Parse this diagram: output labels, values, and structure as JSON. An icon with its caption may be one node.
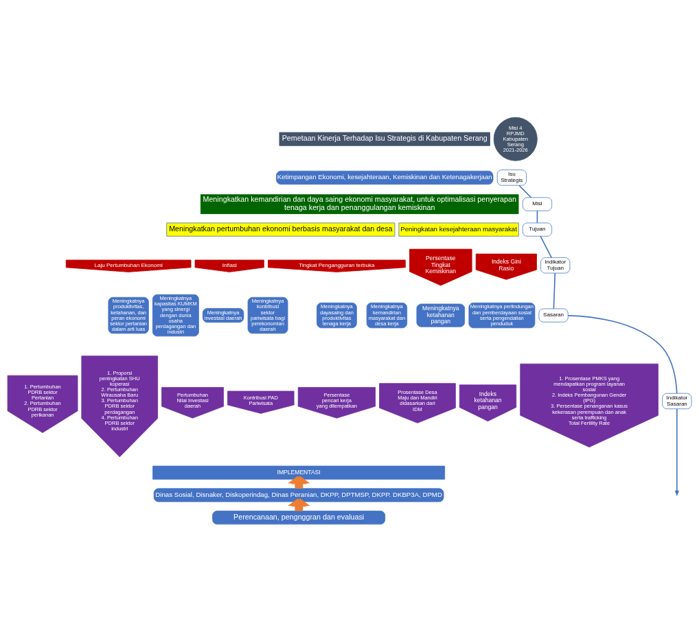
{
  "diagram": {
    "nodes": [
      {
        "text": [
          "Pemetaan Kinerja Terhadap Isu Strategis di Kabupaten Serang"
        ]
      },
      {
        "text": [
          "Misi 4 RPJMD Kabupaten Serang 2021-2026"
        ]
      },
      {
        "text": [
          "Ketimpangan Ekonomi, kesejahteraan, Kemiskinan dan Ketenagakerjaan"
        ]
      },
      {
        "text": [
          "Meningkatkan kemandirian dan daya saing ekonomi masyarakat, untuk optimalisasi penyerapan tenaga kerja dan penanggulangan kemiskinan"
        ]
      },
      {
        "text": [
          "Meningkatkan pertumbuhan ekonomi berbasis masyarakat dan desa"
        ]
      },
      {
        "text": [
          "Peningkatan kesejahteraan masyarakat"
        ]
      },
      {
        "text": [
          "Laju Pertumbuhan Ekonomi"
        ]
      },
      {
        "text": [
          "Inflasi"
        ]
      },
      {
        "text": [
          "Tingkat Pengangguran terbuka"
        ]
      },
      {
        "text": [
          "Persentase Tingkat Kemiskinan"
        ]
      },
      {
        "text": [
          "Indeks Gini Rasio"
        ]
      },
      {
        "text": [
          "Meningkatnya produktivitas, ketahanan, dan peran ekonomi sektor pertanian dalam arti luas"
        ]
      },
      {
        "text": [
          "Meningkatnya kapasitas KUMKM yang sinergi dengan dunia usaha perdagangan dan industri"
        ]
      },
      {
        "text": [
          "Meningkatnya investasi daerah"
        ]
      },
      {
        "text": [
          "Meningkatnya kontribusi sektor pariwisata bagi perekonomian daerah"
        ]
      },
      {
        "text": [
          "Meningkatnya dayasaing dan produktivitas tenaga kerja"
        ]
      },
      {
        "text": [
          "Meningkatnya kemandirian masyarakat dan desa kerja"
        ]
      },
      {
        "text": [
          "Meningkatnya ketahanan pangan"
        ]
      },
      {
        "text": [
          "Meningkatnya perlindungan dan pemberdayaan sosial serta pengendalian penduduk"
        ]
      },
      {
        "text": [
          "1. Pertumbuhan PDRB sektor Pertanian",
          "2. Pertumbuhan PDRB sektor perikanan"
        ]
      },
      {
        "text": [
          "1. Proporsi peningkatan SHU koperasi",
          "2. Pertumbuhan Wirausaha Baru",
          "3. Pertumbuhan PDRB sektor perdagangan",
          "4. Pertumbuhan PDRB sektor industri"
        ]
      },
      {
        "text": [
          "Pertumbuhan Nilai Investasi daerah"
        ]
      },
      {
        "text": [
          "Kontribusi PAD Pariwisata"
        ]
      },
      {
        "text": [
          "Persentase pencari kerja yang ditempatkan"
        ]
      },
      {
        "text": [
          "Prosentase Desa Maju dan Mandiri didasarkan dari IDM"
        ]
      },
      {
        "text": [
          "Indeks ketahanan pangan"
        ]
      },
      {
        "text": [
          "1. Prosentase PMKS yang mendapatkan program layanan sosial",
          "2. Indeks Pembangunan Gender (IPG)",
          "3. Persentase penanganan kasus kekerasan perempuan dan anak serta trafficking",
          "Total Fertility Rate"
        ]
      },
      {
        "text": [
          "IMPLEMENTASI"
        ]
      },
      {
        "text": [
          "Dinas Sosial, Disnaker, Diskoperindag, Dinas Peranian, DKPP, DPTMSP, DKPP. DKBP3A, DPMD"
        ]
      },
      {
        "text": [
          "Perencanaan, pengnggran dan evaluasi"
        ]
      },
      {
        "text": [
          "Isu Strategis"
        ]
      },
      {
        "text": [
          "Misi"
        ]
      },
      {
        "text": [
          "Tujuan"
        ]
      },
      {
        "text": [
          "Indikator Tujuan"
        ]
      },
      {
        "text": [
          "Sasaran"
        ]
      },
      {
        "text": [
          "Indikator Sasaran"
        ]
      }
    ],
    "edges": [
      {
        "from": 30,
        "to": 31,
        "arrow": "none"
      },
      {
        "from": 31,
        "to": 32,
        "arrow": "none"
      },
      {
        "from": 32,
        "to": 33,
        "arrow": "none"
      },
      {
        "from": 33,
        "to": 34,
        "arrow": "none"
      },
      {
        "from": 34,
        "to": 35,
        "arrow": "none"
      },
      {
        "from": 35,
        "to": null,
        "arrow": "to"
      },
      {
        "from": 28,
        "to": 27,
        "arrow": "to",
        "style": "thick",
        "color": "#ed7d31"
      },
      {
        "from": 28,
        "to": 27,
        "arrow": "to",
        "style": "thick",
        "color": "#ed7d31"
      },
      {
        "from": 29,
        "to": 28,
        "arrow": "to",
        "style": "thick",
        "color": "#ed7d31"
      },
      {
        "from": 29,
        "to": 28,
        "arrow": "to",
        "style": "thick",
        "color": "#ed7d31"
      }
    ]
  }
}
